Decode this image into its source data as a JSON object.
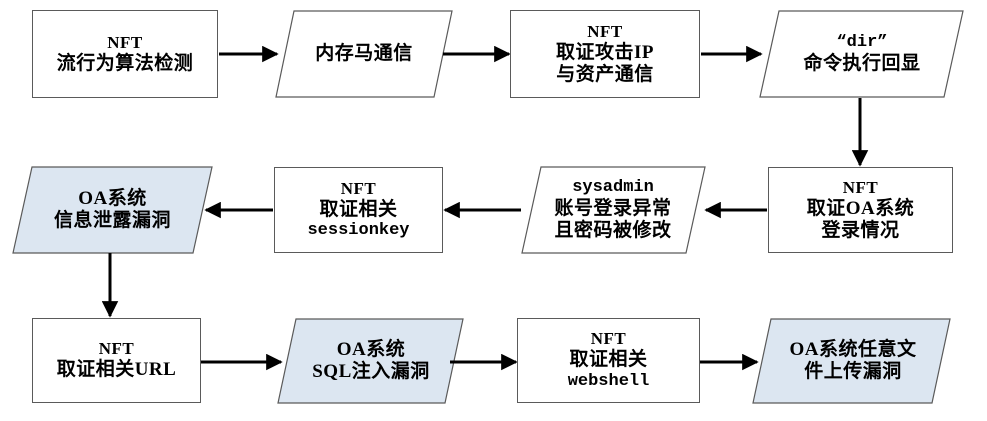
{
  "diagram": {
    "title": "NFT forensic analysis flowchart",
    "colors": {
      "shape_fill_white": "#ffffff",
      "shape_fill_blue": "#dce6f1",
      "shape_stroke": "#5a5a5a",
      "edge_stroke": "#000000",
      "text": "#000000",
      "background": "#ffffff"
    },
    "nodes": [
      {
        "id": "n1",
        "shape": "rectangle",
        "fill": "white",
        "lines": [
          "NFT",
          "流行为算法检测"
        ],
        "styles": [
          "en",
          "cn"
        ]
      },
      {
        "id": "n2",
        "shape": "parallelogram",
        "fill": "white",
        "lines": [
          "内存马通信"
        ],
        "styles": [
          "cn"
        ]
      },
      {
        "id": "n3",
        "shape": "rectangle",
        "fill": "white",
        "lines": [
          "NFT",
          "取证攻击IP",
          "与资产通信"
        ],
        "styles": [
          "en",
          "cn",
          "cn"
        ]
      },
      {
        "id": "n4",
        "shape": "parallelogram",
        "fill": "white",
        "lines": [
          "“dir”",
          "命令执行回显"
        ],
        "styles": [
          "mono",
          "cn"
        ]
      },
      {
        "id": "n5",
        "shape": "rectangle",
        "fill": "white",
        "lines": [
          "NFT",
          "取证OA系统",
          "登录情况"
        ],
        "styles": [
          "en",
          "cn",
          "cn"
        ]
      },
      {
        "id": "n6",
        "shape": "parallelogram",
        "fill": "white",
        "lines": [
          "sysadmin",
          "账号登录异常",
          "且密码被修改"
        ],
        "styles": [
          "mono",
          "cn",
          "cn"
        ]
      },
      {
        "id": "n7",
        "shape": "rectangle",
        "fill": "white",
        "lines": [
          "NFT",
          "取证相关",
          "sessionkey"
        ],
        "styles": [
          "en",
          "cn",
          "mono"
        ]
      },
      {
        "id": "n8",
        "shape": "parallelogram",
        "fill": "blue",
        "lines": [
          "OA系统",
          "信息泄露漏洞"
        ],
        "styles": [
          "cn",
          "cn"
        ]
      },
      {
        "id": "n9",
        "shape": "rectangle",
        "fill": "white",
        "lines": [
          "NFT",
          "取证相关URL"
        ],
        "styles": [
          "en",
          "cn"
        ]
      },
      {
        "id": "n10",
        "shape": "parallelogram",
        "fill": "blue",
        "lines": [
          "OA系统",
          "SQL注入漏洞"
        ],
        "styles": [
          "cn",
          "cn"
        ]
      },
      {
        "id": "n11",
        "shape": "rectangle",
        "fill": "white",
        "lines": [
          "NFT",
          "取证相关",
          "webshell"
        ],
        "styles": [
          "en",
          "cn",
          "mono"
        ]
      },
      {
        "id": "n12",
        "shape": "parallelogram",
        "fill": "blue",
        "lines": [
          "OA系统任意文",
          "件上传漏洞"
        ],
        "styles": [
          "cn",
          "cn"
        ]
      }
    ],
    "edges": [
      {
        "from": "n1",
        "to": "n2",
        "direction": "right"
      },
      {
        "from": "n2",
        "to": "n3",
        "direction": "right"
      },
      {
        "from": "n3",
        "to": "n4",
        "direction": "right"
      },
      {
        "from": "n4",
        "to": "n5",
        "direction": "down"
      },
      {
        "from": "n5",
        "to": "n6",
        "direction": "left"
      },
      {
        "from": "n6",
        "to": "n7",
        "direction": "left"
      },
      {
        "from": "n7",
        "to": "n8",
        "direction": "left"
      },
      {
        "from": "n8",
        "to": "n9",
        "direction": "down"
      },
      {
        "from": "n9",
        "to": "n10",
        "direction": "right"
      },
      {
        "from": "n10",
        "to": "n11",
        "direction": "right"
      },
      {
        "from": "n11",
        "to": "n12",
        "direction": "right"
      }
    ]
  }
}
